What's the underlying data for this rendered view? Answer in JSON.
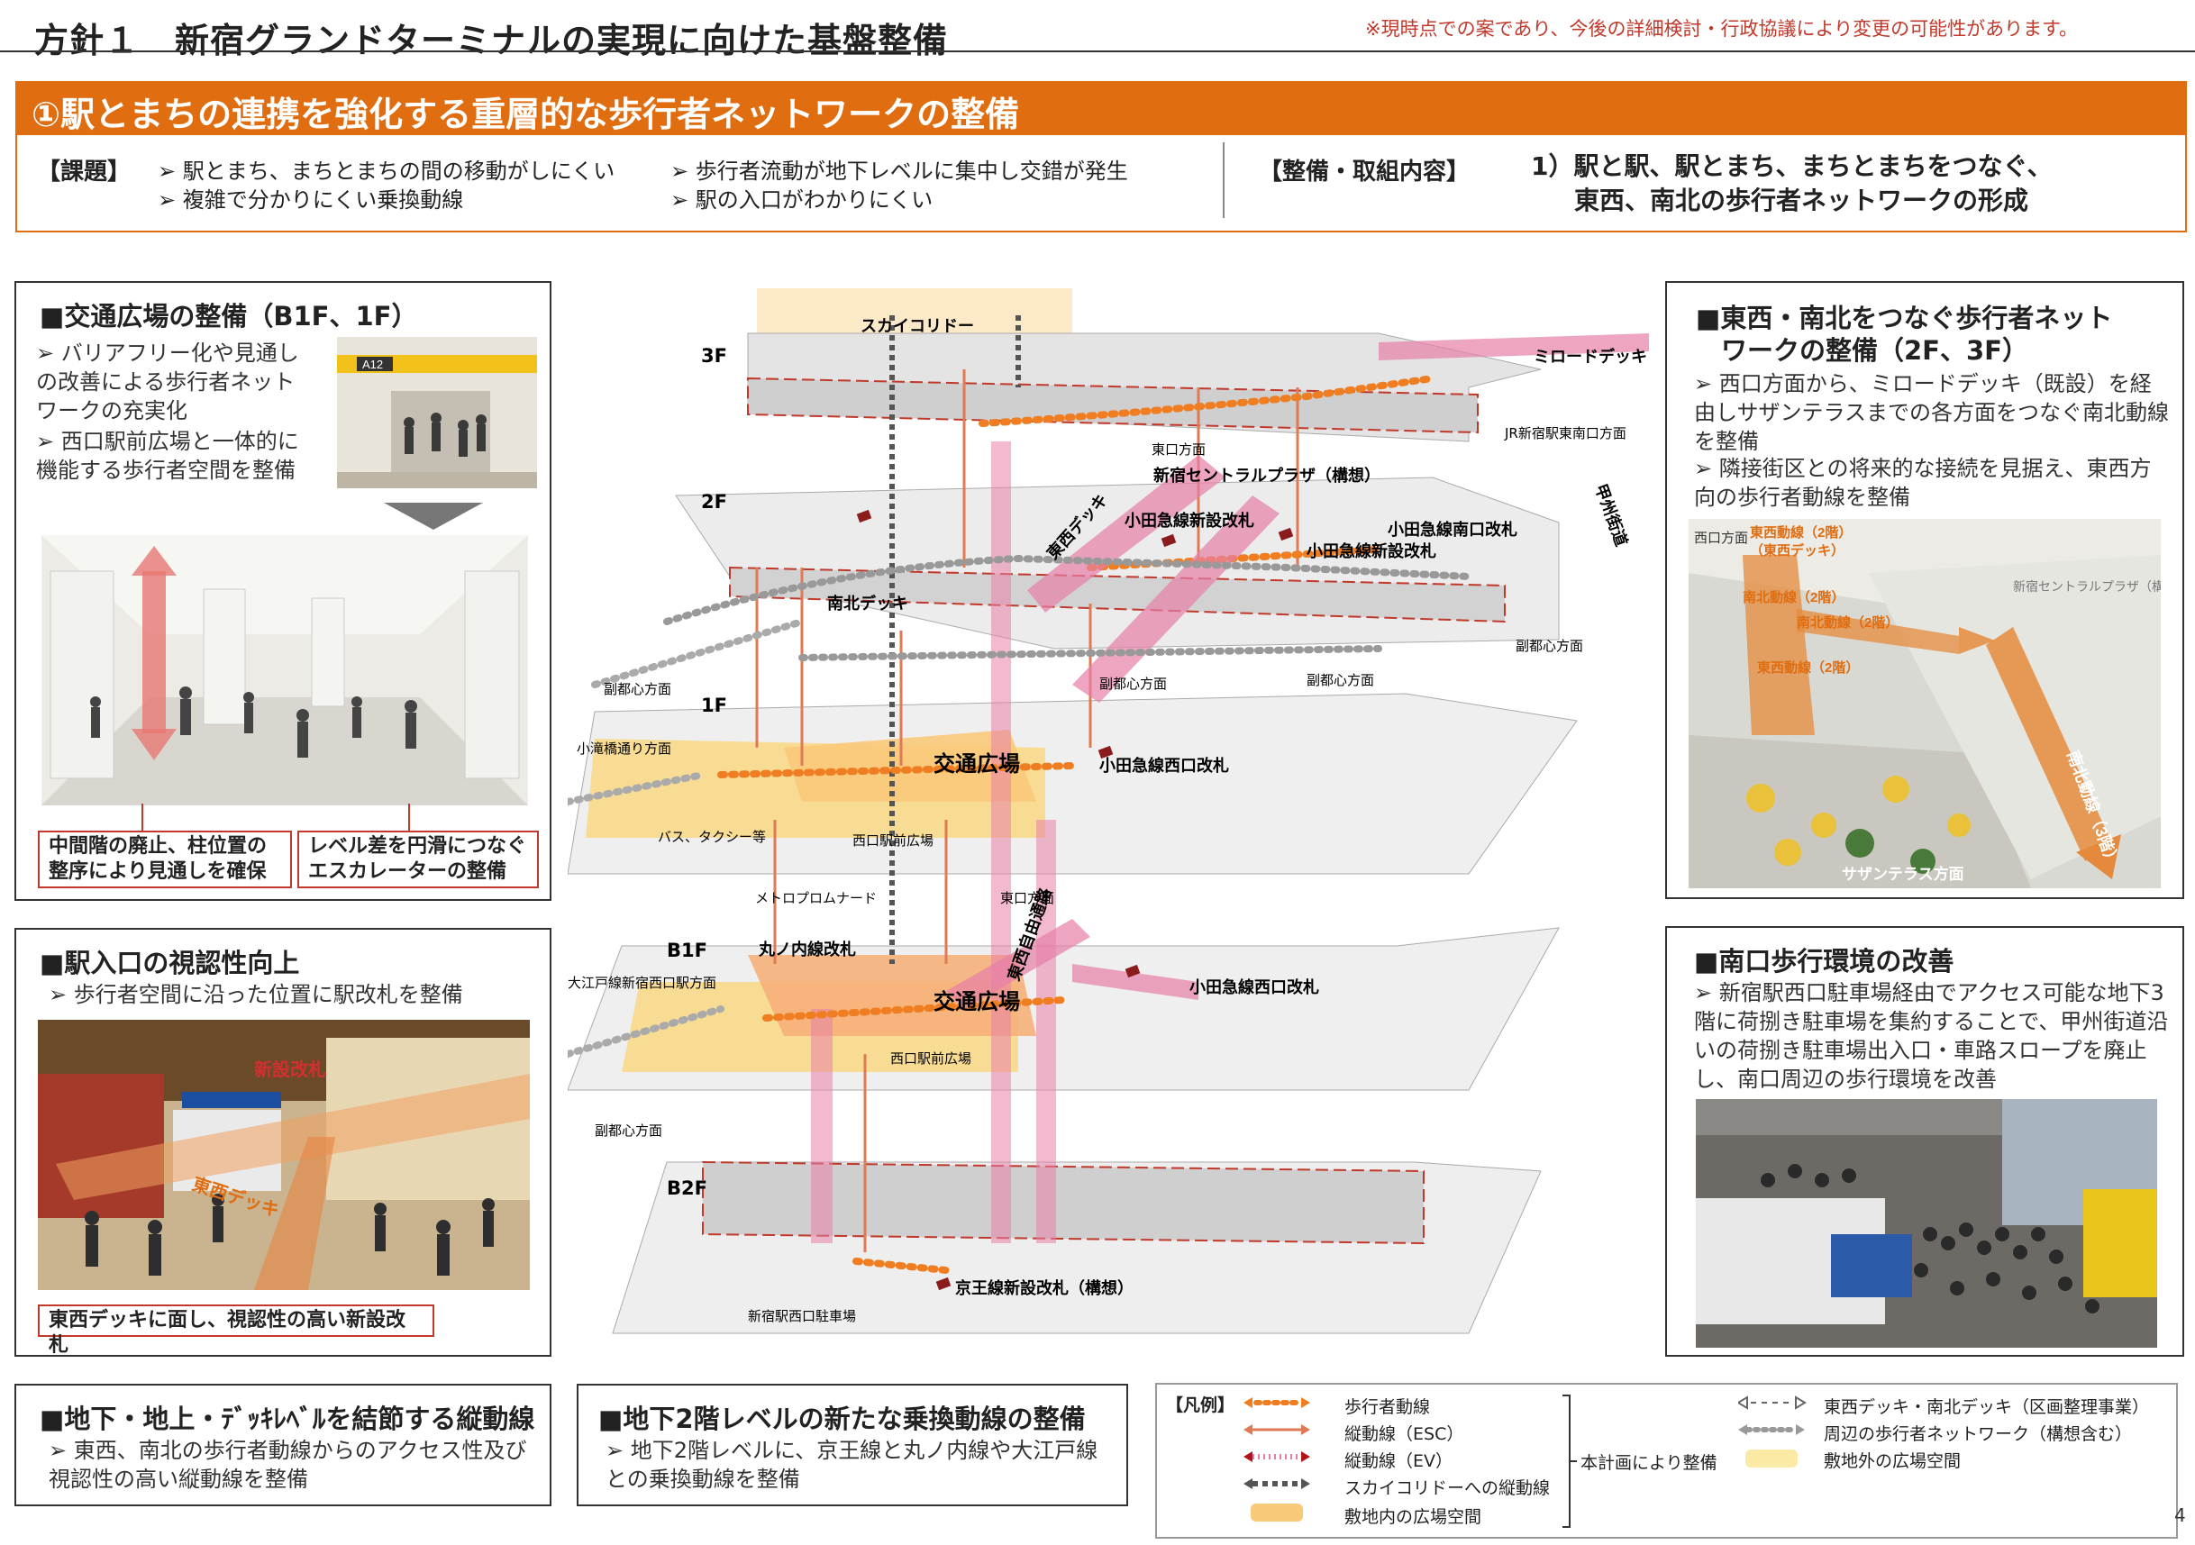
{
  "header": {
    "title": "方針１　新宿グランドターミナルの実現に向けた基盤整備",
    "disclaimer": "※現時点での案であり、今後の詳細検討・行政協議により変更の可能性があります。"
  },
  "banner": {
    "title": "①駅とまちの連携を強化する重層的な歩行者ネットワークの整備"
  },
  "issues": {
    "heading": "【課題】",
    "items": [
      "➢ 駅とまち、まちとまちの間の移動がしにくい",
      "➢ 複雑で分かりにくい乗換動線",
      "➢ 歩行者流動が地下レベルに集中し交錯が発生",
      "➢ 駅の入口がわかりにくい"
    ],
    "measure_heading": "【整備・取組内容】",
    "measure_line1": "1）駅と駅、駅とまち、まちとまちをつなぐ、",
    "measure_line2": "東西、南北の歩行者ネットワークの形成"
  },
  "panel_plaza": {
    "title": "■交通広場の整備（B1F、1F）",
    "bullets": [
      "➢ バリアフリー化や見通しの改善による歩行者ネットワークの充実化",
      "➢ 西口駅前広場と一体的に機能する歩行者空間を整備"
    ],
    "sign_text": "A12",
    "caption_left": "中間階の廃止、柱位置の整序により見通しを確保",
    "caption_right": "レベル差を円滑につなぐエスカレーターの整備"
  },
  "panel_entrance": {
    "title": "■駅入口の視認性向上",
    "bullet": "➢ 歩行者空間に沿った位置に駅改札を整備",
    "label_gate": "新設改札",
    "label_deck": "東西デッキ",
    "caption": "東西デッキに面し、視認性の高い新設改札"
  },
  "panel_vertical": {
    "title": "■地下・地上・ﾃﾞｯｷﾚﾍﾞﾙを結節する縦動線",
    "bullet": "➢ 東西、南北の歩行者動線からのアクセス性及び視認性の高い縦動線を整備"
  },
  "panel_b2": {
    "title": "■地下2階レベルの新たな乗換動線の整備",
    "bullet": "➢ 地下2階レベルに、京王線と丸ノ内線や大江戸線との乗換動線を整備"
  },
  "panel_network": {
    "title_line1": "■東西・南北をつなぐ歩行者ネット",
    "title_line2": "ワークの整備（2F、3F）",
    "bullets": [
      "➢ 西口方面から、ミロードデッキ（既設）を経由しサザンテラスまでの各方面をつなぐ南北動線を整備",
      "➢ 隣接街区との将来的な接続を見据え、東西方向の歩行者動線を整備"
    ],
    "photo_labels": {
      "west": "西口方面",
      "ew": "東西動線（2階）",
      "ew_sub": "（東西デッキ）",
      "ns": "南北動線（2階）",
      "ns2": "南北動線（2階）",
      "ew2": "東西動線（2階）",
      "central": "新宿セントラルプラザ（構想）",
      "ns3": "南北動線（3階）",
      "southern": "サザンテラス方面"
    }
  },
  "panel_south": {
    "title": "■南口歩行環境の改善",
    "bullet": "➢ 新宿駅西口駐車場経由でアクセス可能な地下3階に荷捌き駐車場を集約することで、甲州街道沿いの荷捌き駐車場出入口・車路スロープを廃止し、南口周辺の歩行環境を改善"
  },
  "diagram": {
    "floors": {
      "f3": "3F",
      "f2": "2F",
      "f1": "1F",
      "b1": "B1F",
      "b2": "B2F"
    },
    "sky_corridor": "スカイコリドー",
    "milord_deck": "ミロードデッキ",
    "jr_southeast": "JR新宿駅東南口方面",
    "east_dir_2f": "東口方面",
    "central_plaza": "新宿セントラルプラザ（構想）",
    "ew_deck": "東西デッキ",
    "odakyu_new_2f": "小田急線新設改札",
    "odakyu_new_2f_b": "小田急線新設改札",
    "odakyu_south": "小田急線南口改札",
    "koshu_kaido": "甲州街道",
    "ns_deck": "南北デッキ",
    "sub_center_1": "副都心方面",
    "sub_center_2": "副都心方面",
    "sub_center_3": "副都心方面",
    "sub_center_4": "副都心方面",
    "odakyu_st": "小滝橋通り方面",
    "plaza_1f": "交通広場",
    "odakyu_west_1f": "小田急線西口改札",
    "bus_taxi": "バス、タクシー等",
    "west_plaza_1f": "西口駅前広場",
    "metro_promenade": "メトロプロムナード",
    "east_dir_b1": "東口方面",
    "marunouchi": "丸ノ内線改札",
    "ew_free_passage": "東西自由通路",
    "oedo": "大江戸線新宿西口駅方面",
    "plaza_b1": "交通広場",
    "odakyu_west_b1": "小田急線西口改札",
    "west_plaza_b1": "西口駅前広場",
    "sub_center_b1": "副都心方面",
    "keio_new": "京王線新設改札（構想）",
    "parking": "新宿駅西口駐車場"
  },
  "legend": {
    "title": "【凡例】",
    "items": [
      "歩行者動線",
      "縦動線（ESC）",
      "縦動線（EV）",
      "スカイコリドーへの縦動線",
      "敷地内の広場空間"
    ],
    "bracket_label": "本計画により整備",
    "right_items": [
      "東西デッキ・南北デッキ（区画整理事業）",
      "周辺の歩行者ネットワーク（構想含む）",
      "敷地外の広場空間"
    ]
  },
  "page_number": "4",
  "colors": {
    "orange": "#e06d10",
    "red": "#c0392b",
    "pink": "#e77fa8",
    "plaza": "#f8d98a"
  }
}
